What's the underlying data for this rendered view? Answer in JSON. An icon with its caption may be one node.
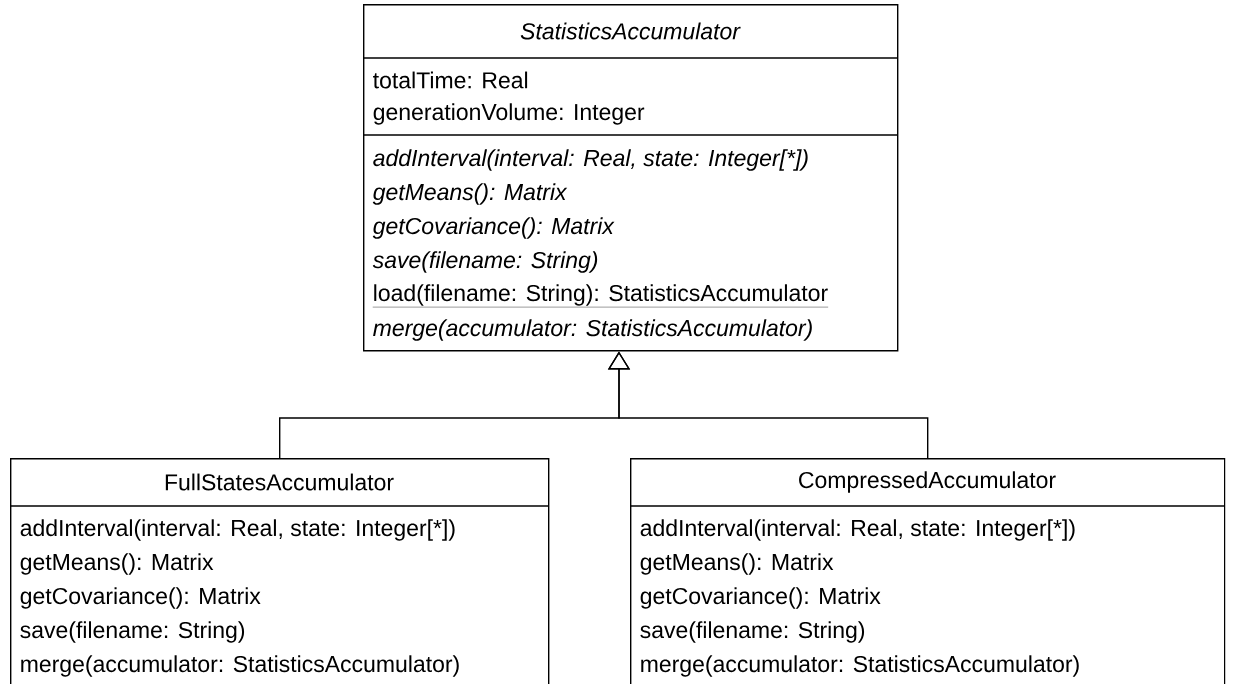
{
  "diagram": {
    "nodes": [
      {
        "text": [
          "StatisticsAccumulator",
          "totalTime: Real",
          "generationVolume: Integer",
          "addInterval(interval: Real, state: Integer[*])",
          "getMeans(): Matrix",
          "getCovariance(): Matrix",
          "save(filename: String)",
          "load(filename: String): StatisticsAccumulator",
          "merge(accumulator: StatisticsAccumulator)"
        ]
      },
      {
        "text": [
          "FullStatesAccumulator",
          "addInterval(interval: Real, state: Integer[*])",
          "getMeans(): Matrix",
          "getCovariance(): Matrix",
          "save(filename: String)",
          "merge(accumulator: StatisticsAccumulator)"
        ]
      },
      {
        "text": [
          "CompressedAccumulator",
          "addInterval(interval: Real, state: Integer[*])",
          "getMeans(): Matrix",
          "getCovariance(): Matrix",
          "save(filename: String)",
          "merge(accumulator: StatisticsAccumulator)"
        ]
      }
    ],
    "edges": [
      {
        "from": 1,
        "to": 0,
        "arrow": "to"
      },
      {
        "from": 2,
        "to": 0,
        "arrow": "to"
      }
    ]
  }
}
